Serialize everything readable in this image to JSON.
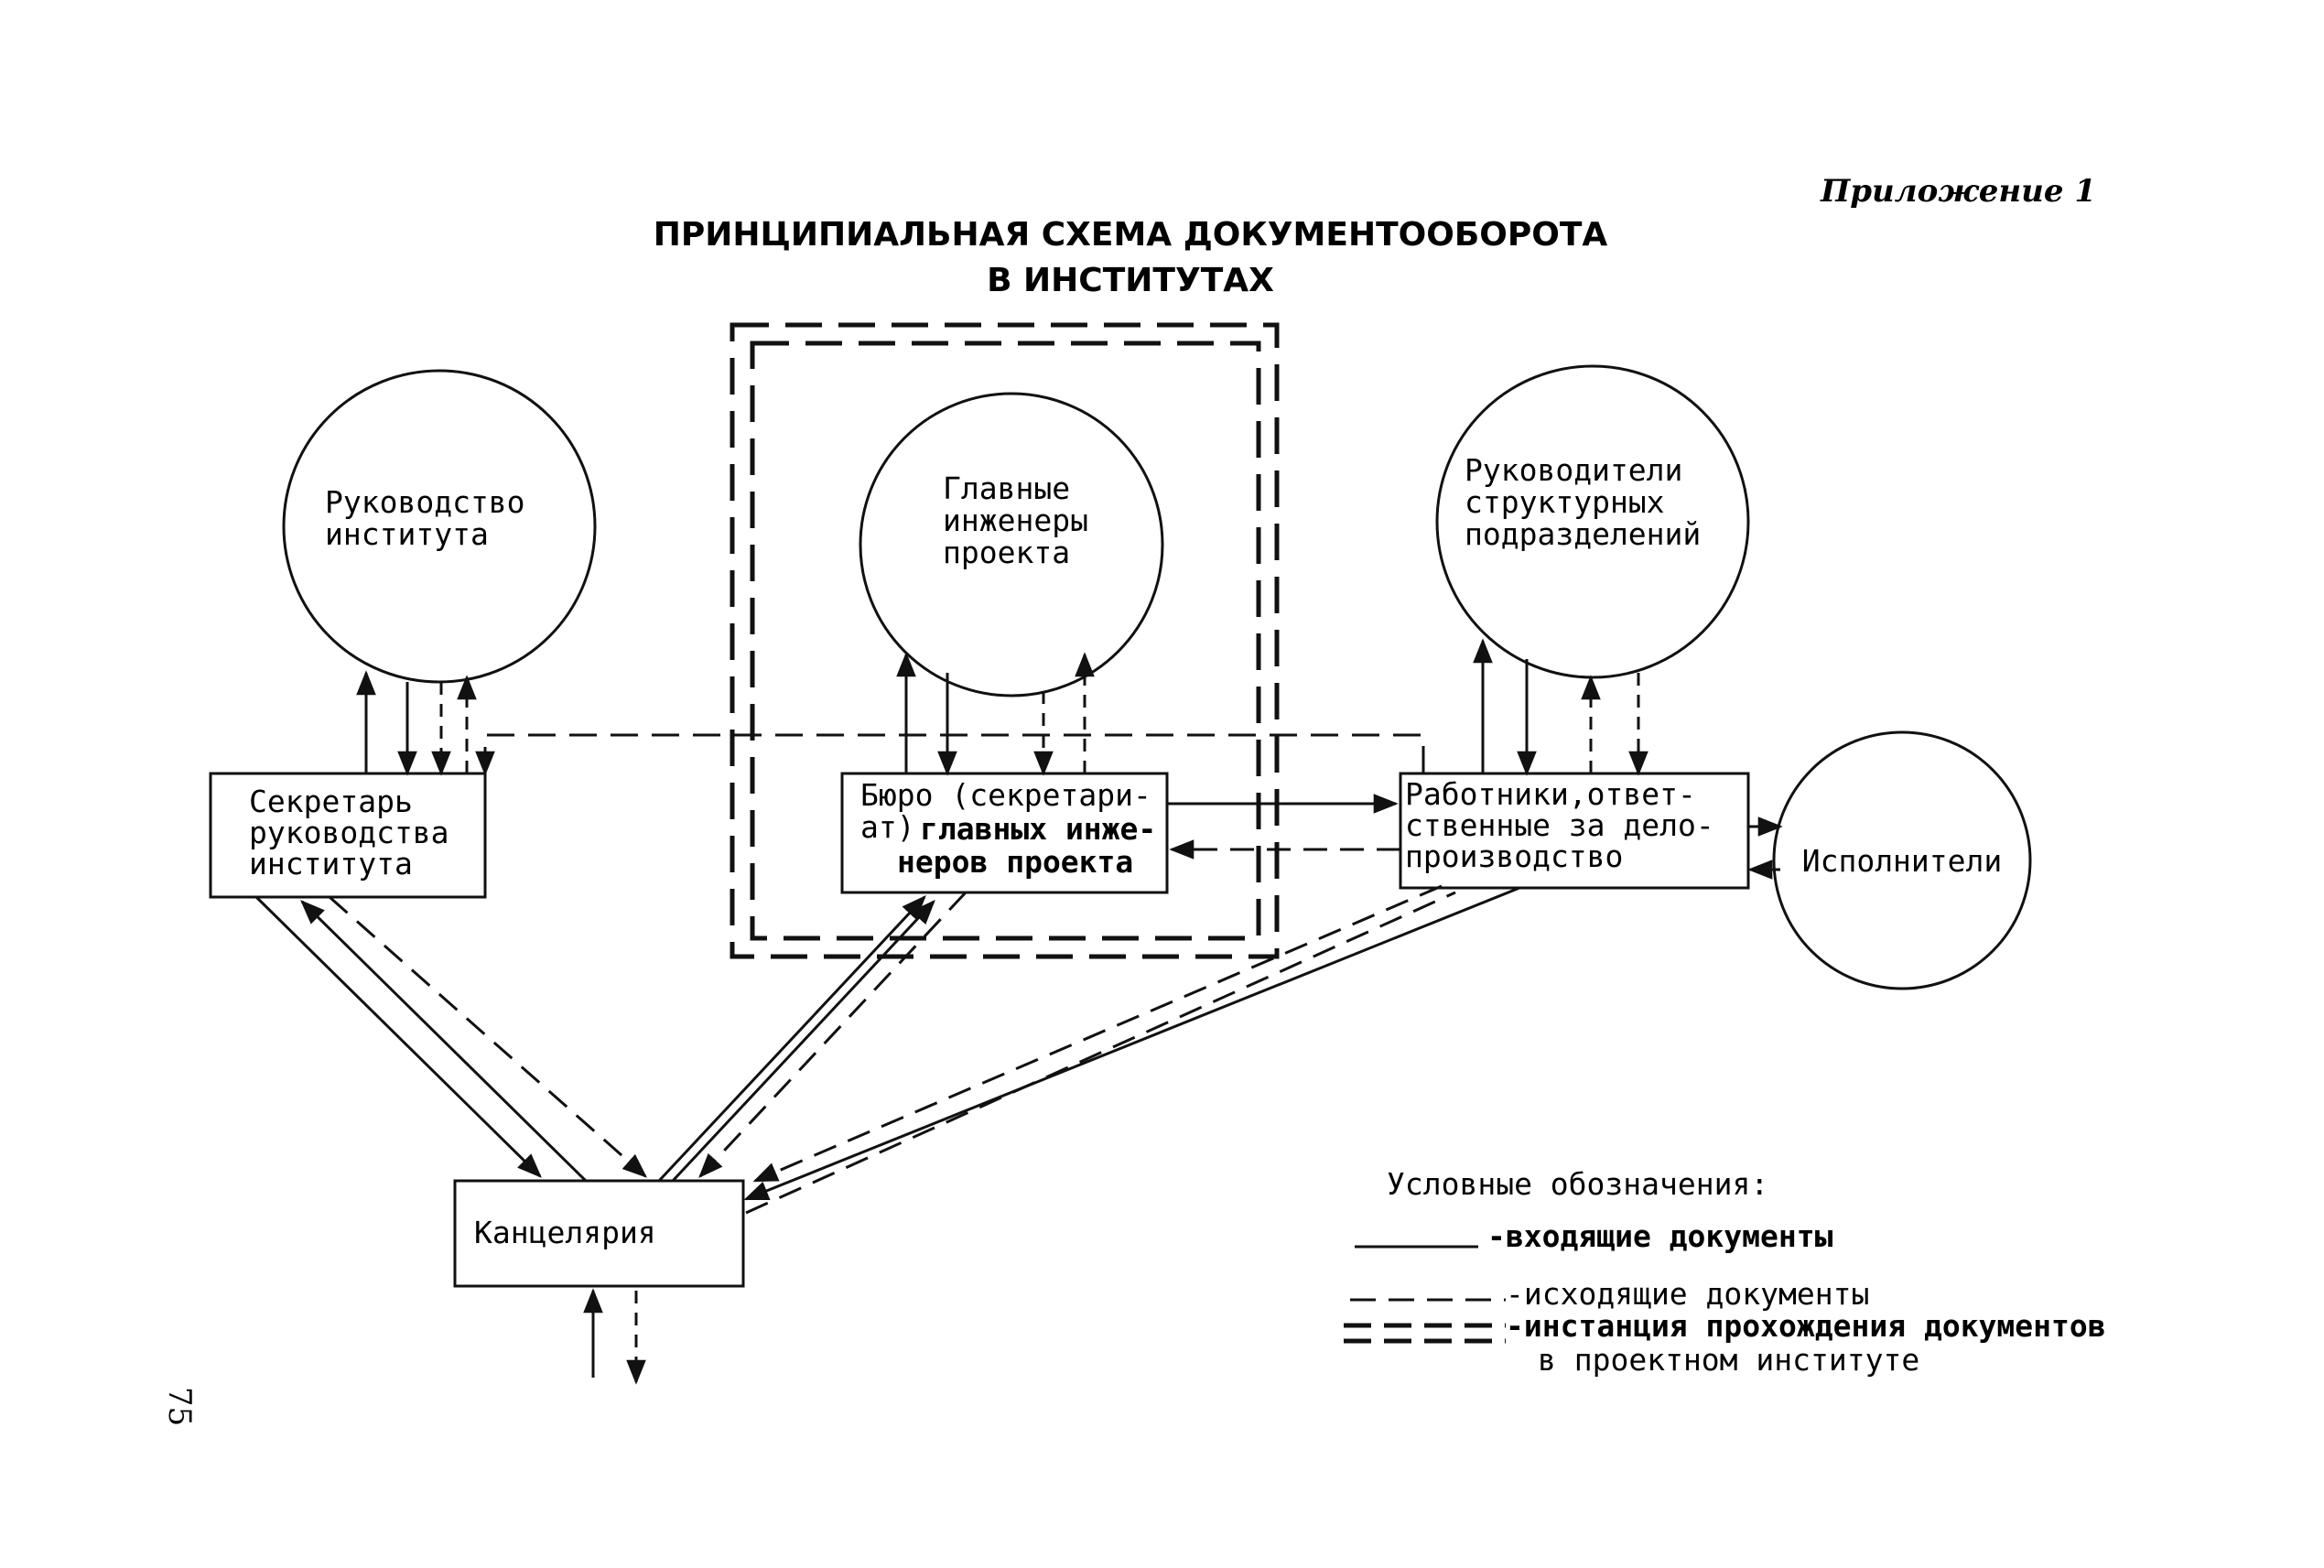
{
  "appendix": "Приложение 1",
  "title": {
    "line1": "ПРИНЦИПИАЛЬНАЯ СХЕМА ДОКУМЕНТООБОРОТА",
    "line2": "В ИНСТИТУТАХ"
  },
  "nodes": {
    "management": {
      "line1": "Руководство",
      "line2": "института"
    },
    "chief_engineers": {
      "line1": "Главные",
      "line2": "инженеры",
      "line3": "проекта"
    },
    "unit_heads": {
      "line1": "Руководители",
      "line2": "структурных",
      "line3": "подразделений"
    },
    "secretary": {
      "line1": "Секретарь",
      "line2": "руководства",
      "line3": "института"
    },
    "bureau": {
      "line1": "Бюро (секретари-",
      "line2a": "ат)",
      "line2b": "главных инже-",
      "line3": "неров проекта"
    },
    "clerks": {
      "line1": "Работники,ответ-",
      "line2": "ственные за дело-",
      "line3": "производство"
    },
    "executors": {
      "label": "Исполнители"
    },
    "chancellery": {
      "label": "Канцелярия"
    }
  },
  "legend": {
    "title": "Условные обозначения:",
    "incoming": "-входящие документы",
    "outgoing": "-исходящие документы",
    "instance_line1": "-инстанция прохождения документов",
    "instance_line2": "в проектном институте"
  },
  "page_number": "75",
  "colors": {
    "ink": "#111111",
    "paper": "#ffffff"
  }
}
